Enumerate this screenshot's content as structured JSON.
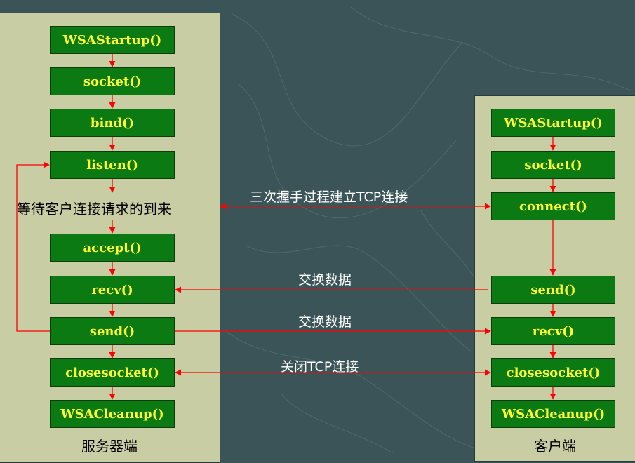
{
  "server": {
    "caption": "服务器端",
    "steps": {
      "wsastartup": "WSAStartup()",
      "socket": "socket()",
      "bind": "bind()",
      "listen": "listen()",
      "accept": "accept()",
      "recv": "recv()",
      "send": "send()",
      "closesocket": "closesocket()",
      "wsacleanup": "WSACleanup()"
    },
    "waiting_text": "等待客户连接请求的到来"
  },
  "client": {
    "caption": "客户端",
    "steps": {
      "wsastartup": "WSAStartup()",
      "socket": "socket()",
      "connect": "connect()",
      "send": "send()",
      "recv": "recv()",
      "closesocket": "closesocket()",
      "wsacleanup": "WSACleanup()"
    }
  },
  "connections": {
    "handshake": "三次握手过程建立TCP连接",
    "exchange_1": "交换数据",
    "exchange_2": "交换数据",
    "close": "关闭TCP连接"
  },
  "colors": {
    "background": "#3a5457",
    "panel": "#c9cda4",
    "box": "#0b7a13",
    "box_text": "#ffff33",
    "arrow": "#ff0000"
  }
}
